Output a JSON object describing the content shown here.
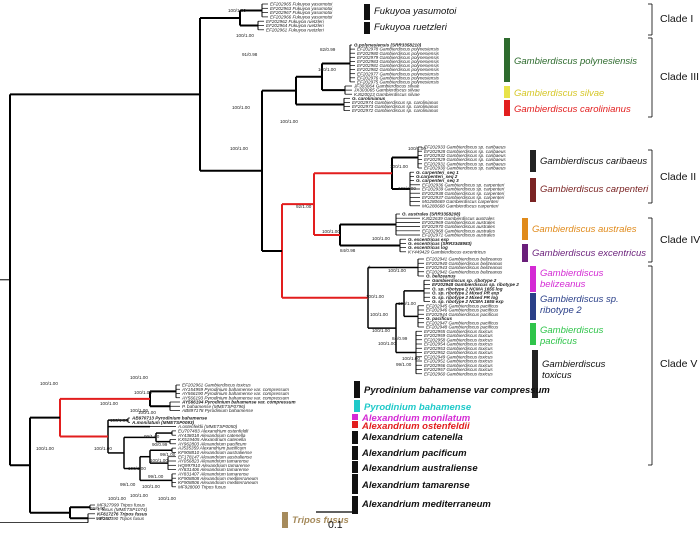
{
  "colors": {
    "polynesiensis": "#2e6b2e",
    "silvae": "#e8e34a",
    "carolinianus": "#e21e1e",
    "caribaeus": "#222222",
    "carpenteri": "#7a2323",
    "australes": "#e08a1a",
    "excentricus": "#6a1f7a",
    "belizeanus": "#d42ad4",
    "ribotype2": "#2a3f88",
    "pacificus": "#2fc44a",
    "toxicus": "#222222",
    "pyrodinium": "#1fc9c9",
    "tripos": "#a68b5c",
    "red_branch": "#e21e1e",
    "blue_dagger": "#3a3aff"
  },
  "groups": [
    {
      "name": "Fukuyoa yasumotoi",
      "style": "plain"
    },
    {
      "name": "Fukuyoa ruetzleri",
      "style": "plain"
    },
    {
      "name": "Gambierdiscus polynesiensis",
      "style": "plain"
    },
    {
      "name": "Gambierdiscus silvae",
      "style": "plain"
    },
    {
      "name": "Gambierdiscus carolinianus",
      "style": "plain"
    },
    {
      "name": "Gambierdiscus caribaeus",
      "style": "plain"
    },
    {
      "name": "Gambierdiscus carpenteri",
      "style": "plain"
    },
    {
      "name": "Gambierdiscus australes",
      "style": "plain"
    },
    {
      "name": "Gambierdiscus excentricus",
      "style": "plain"
    },
    {
      "name": "Gambierdiscus",
      "name2": "belizeanus",
      "style": "plain"
    },
    {
      "name": "Gambierdiscus sp.",
      "name2": "ribotype 2",
      "style": "plain"
    },
    {
      "name": "Gambierdiscus",
      "name2": "pacificus",
      "style": "plain"
    },
    {
      "name": "Gambierdiscus",
      "name2": "toxicus",
      "style": "plain"
    },
    {
      "name": "Pyrodinium bahamense var compressum",
      "style": "bold"
    },
    {
      "name": "Pyrodinium bahamense",
      "style": "bold"
    },
    {
      "name": "Alexandrium monilatum",
      "style": "bold"
    },
    {
      "name": "Alexandrium ostenfeldii",
      "style": "bold"
    },
    {
      "name": "Alexandrium catenella",
      "style": "bold"
    },
    {
      "name": "Alexandrium pacificum",
      "style": "bold"
    },
    {
      "name": "Alexandrium australiense",
      "style": "bold"
    },
    {
      "name": "Alexandrium tamarense",
      "style": "bold"
    },
    {
      "name": "Alexandrium mediterraneum",
      "style": "bold"
    },
    {
      "name": "Tripos fusus",
      "style": "bold"
    }
  ],
  "clades": [
    "Clade I",
    "Clade III",
    "Clade II",
    "Clade IV",
    "Clade V"
  ],
  "scale_label": "0.1",
  "leaves": [
    "EF202965 Fukuyoa yasumotoi",
    "EF202963 Fukuyoa yasumotoi",
    "EF202967 Fukuyoa yasumotoi",
    "EF202966 Fukuyoa yasumotoi",
    "EF202962 Fukuyoa ruetzleri",
    "EF202964 Fukuyoa ruetzleri",
    "EF202961 Fukuyoa ruetzleri",
    "G.polynesiensis (SRR3358210)",
    "EF202978 Gambierdiscus polynesiensis",
    "EF202980 Gambierdiscus polynesiensis",
    "EF202979 Gambierdiscus polynesiensis",
    "EF202983 Gambierdiscus polynesiensis",
    "EF202981 Gambierdiscus polynesiensis",
    "EF202982 Gambierdiscus polynesiensis",
    "EF202977 Gambierdiscus polynesiensis",
    "EF202976 Gambierdiscus polynesiensis",
    "EF202975 Gambierdiscus polynesiensis",
    "JF303064 Gambierdiscus silvae",
    "JX303065 Gambierdiscus silvae",
    "KJ620013 Gambierdiscus silvae",
    "G. carolinianus",
    "EF202974 Gambierdiscus sp. carolinianus",
    "EF202973 Gambierdiscus sp. carolinianus",
    "EF202972 Gambierdiscus sp. carolinianus",
    "EF202933 Gambierdiscus sp. caribaeus",
    "EF202928 Gambierdiscus sp. caribaeus",
    "EF202932 Gambierdiscus sp. caribaeus",
    "EF202929 Gambierdiscus sp. caribaeus",
    "EF202931 Gambierdiscus sp. caribaeus",
    "EF202930 Gambierdiscus sp. caribaeus",
    "G. carpenteri_seq 1",
    "G.carpenteri_seq 2",
    "G. carpenteri_seq 3",
    "EF202936 Gambierdiscus sp. carpenteri",
    "EF202939 Gambierdiscus sp. carpenteri",
    "EF202938 Gambierdiscus sp. carpenteri",
    "EF202937 Gambierdiscus sp. carpenteri",
    "MG280669 Gambierdiscus carpenteri",
    "MG280668 Gambierdiscus carpenteri",
    "G. australes (SRR3358208)",
    "KJ622639 Gambierdiscus australes",
    "EF202969 Gambierdiscus australes",
    "EF202970 Gambierdiscus australes",
    "EF202968 Gambierdiscus australes",
    "EF202971 Gambierdiscus australes",
    "G. excentricus exp",
    "G. excentricus (SRR3348983)",
    "G. excentricus log",
    "KY449429 Gambierdiscus excentricus",
    "EF202941 Gambierdiscus belizeanus",
    "EF202940 Gambierdiscus belizeanus",
    "EF202943 Gambierdiscus belizeanus",
    "EF202942 Gambierdiscus belizeanus",
    "G. belizeanus",
    "Gambierdiscus sp. ribotype 2",
    "EF202948 Gambierdiscus sp. ribotype 2",
    "G. sp. ribotype 2 NCMA 1655 log",
    "G. sp. ribotype 2 Mixed PR exp",
    "G. sp. ribotype 2 Mixed PR log",
    "G. sp. ribotype 2 NCMA 1655 exp",
    "EF202945 Gambierdiscus pacificus",
    "EF202946 Gambierdiscus pacificus",
    "EF202944 Gambierdiscus pacificus",
    "G. pacificus",
    "EF202947 Gambierdiscus pacificus",
    "EF202948 Gambierdiscus pacificus",
    "EF202955 Gambierdiscus toxicus",
    "EF202959 Gambierdiscus toxicus",
    "EF202958 Gambierdiscus toxicus",
    "EF202954 Gambierdiscus toxicus",
    "EF202953 Gambierdiscus toxicus",
    "EF202952 Gambierdiscus toxicus",
    "EF202949 Gambierdiscus toxicus",
    "EF202951 Gambierdiscus toxicus",
    "EF202956 Gambierdiscus toxicus",
    "EF202957 Gambierdiscus toxicus",
    "EF202960 Gambierdiscus toxicus",
    "EF202961 Gambierdiscus toxicus",
    "AY154959 Pyrodinium bahamense var. compressum",
    "AY566190 Pyrodinium bahamense var. compressum",
    "AY566193 Pyrodinium bahamense var. compressum",
    "AY566194 Pyrodinium bahamense var. compressum",
    "P. bahamense (MMETSP0796)",
    "AB897178 Pyrodinium bahamense",
    "AB970713 Pyrodinium bahamense",
    "A.monilatum (MMETSP0093)",
    "A.ostenfeldii (MMETSP0050)",
    "EU707483 Alexandrium ostenfeldii",
    "AY438018 Alexandrium catenella",
    "KX519405 Alexandrium catenella",
    "AY962803 Alexandrium pacificum",
    "AJ535359 Alexandrium pacificum",
    "KF908810 Alexandrium australiense",
    "EF178147 Alexandrium australiense",
    "AY056823 Alexandrium tamarense",
    "HQ997910 Alexandrium tamarense",
    "AY831406 Alexandrium tamarense",
    "AY831407 Alexandrium tamarense",
    "KF908808 Alexandrium mediterraneum",
    "KF908806 Alexandrium mediterraneum",
    "MF928000 Tripos fusus",
    "MF927999 Tripos fusus",
    "T. fusus (MMETSP1074)",
    "KF617276 Tripos fusus",
    "AF260390 Tripos fusus"
  ],
  "supports": [
    "100/1.00",
    "100/1.00",
    "91/0.98",
    "82/0.99",
    "100/1.00",
    "100/1.00",
    "100/1.00",
    "100/1.00",
    "100/1.00",
    "100/1.00",
    "100/1.00",
    "92/1.00",
    "100/1.00",
    "84/0.98",
    "100/1.00",
    "100/1.00",
    "100/1.00",
    "100/1.00",
    "100/1.00",
    "100/1.00",
    "100/1.00",
    "100/1.00",
    "84/0.99",
    "99/1.00",
    "100/1.00",
    "100/1.00",
    "100/1.00",
    "100/1.00",
    "100/1.00",
    "100/1.00",
    "99/1.00",
    "90/0.99",
    "100/1.00",
    "99/1.00",
    "100/1.00",
    "100/1.00",
    "100/1.00",
    "100/1.00",
    "100/1.00",
    "100/1.00",
    "99/0.92",
    "94/0.97",
    "100/1.00",
    "100/1.00",
    "99/1.00",
    "99/1.00"
  ],
  "dagger": "†"
}
